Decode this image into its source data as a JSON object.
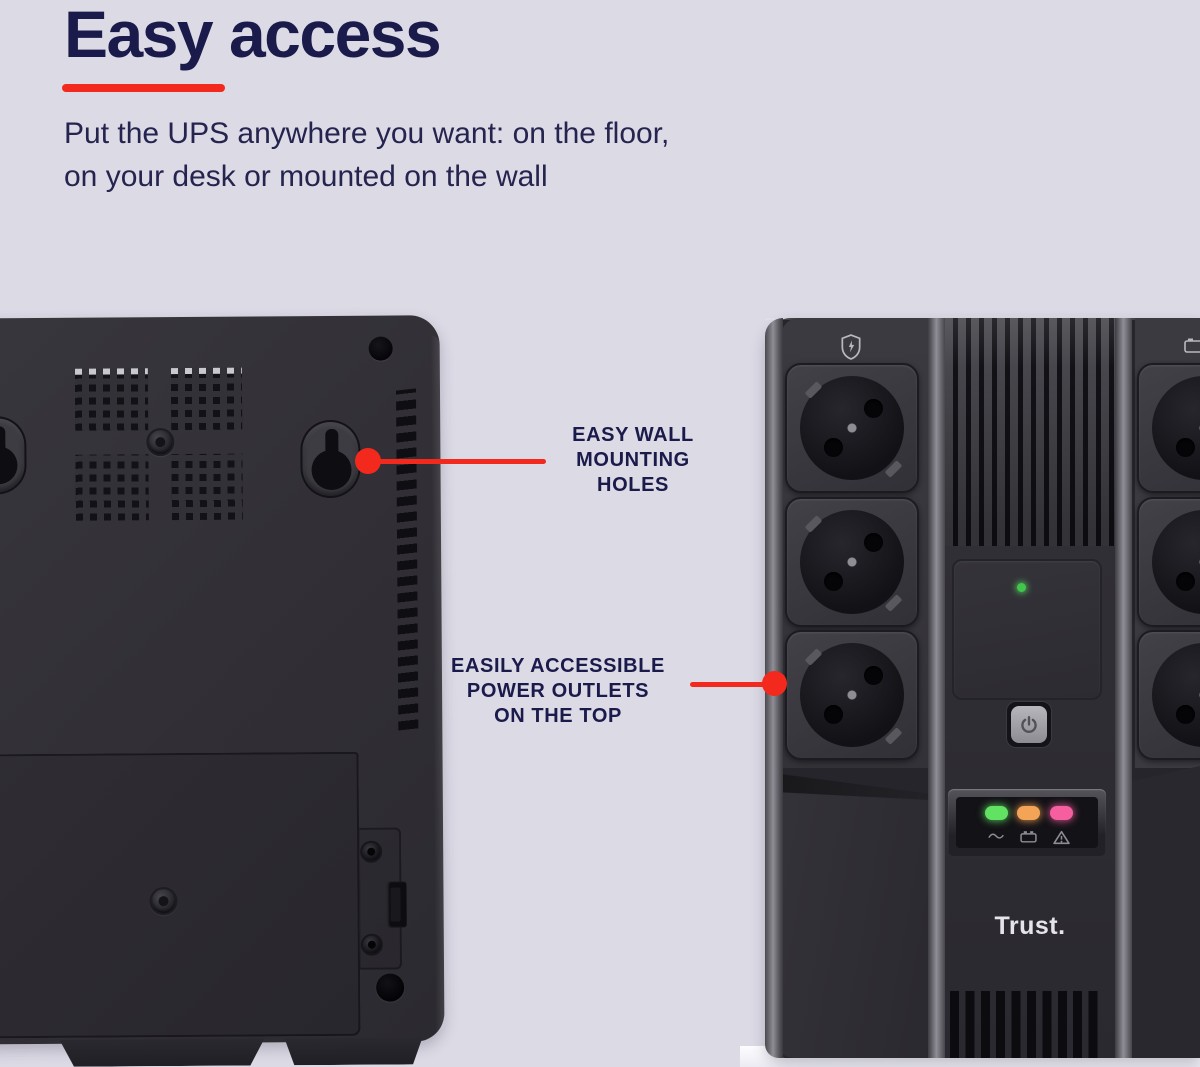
{
  "colors": {
    "background": "#dcdae5",
    "navy": "#1a1a4b",
    "accent-red": "#f3291d",
    "device-body": "#323137",
    "led-green": "#62e263",
    "led-orange": "#f4a456",
    "led-pink": "#f55f9f",
    "power-led": "#3fc64b",
    "brand-text": "#e5e4ea",
    "icon-grey": "#b9b7bf"
  },
  "header": {
    "title": "Easy access",
    "subtitle_line1": "Put the UPS anywhere you want: on the floor,",
    "subtitle_line2": "on your desk or mounted on the wall"
  },
  "callouts": {
    "wall_mounting": {
      "line1": "EASY WALL",
      "line2": "MOUNTING",
      "line3": "HOLES"
    },
    "power_outlets": {
      "line1": "EASILY ACCESSIBLE",
      "line2": "POWER OUTLETS",
      "line3": "ON THE TOP"
    }
  },
  "front_device": {
    "brand": "Trust.",
    "top_icons": [
      "shield-lightning-icon",
      "battery-icon"
    ],
    "status_leds": [
      {
        "name": "mains-led",
        "color": "#62e263",
        "icon": "sine-wave-icon"
      },
      {
        "name": "battery-led",
        "color": "#f4a456",
        "icon": "battery-small-icon"
      },
      {
        "name": "fault-led",
        "color": "#f55f9f",
        "icon": "warning-triangle-icon"
      }
    ]
  }
}
